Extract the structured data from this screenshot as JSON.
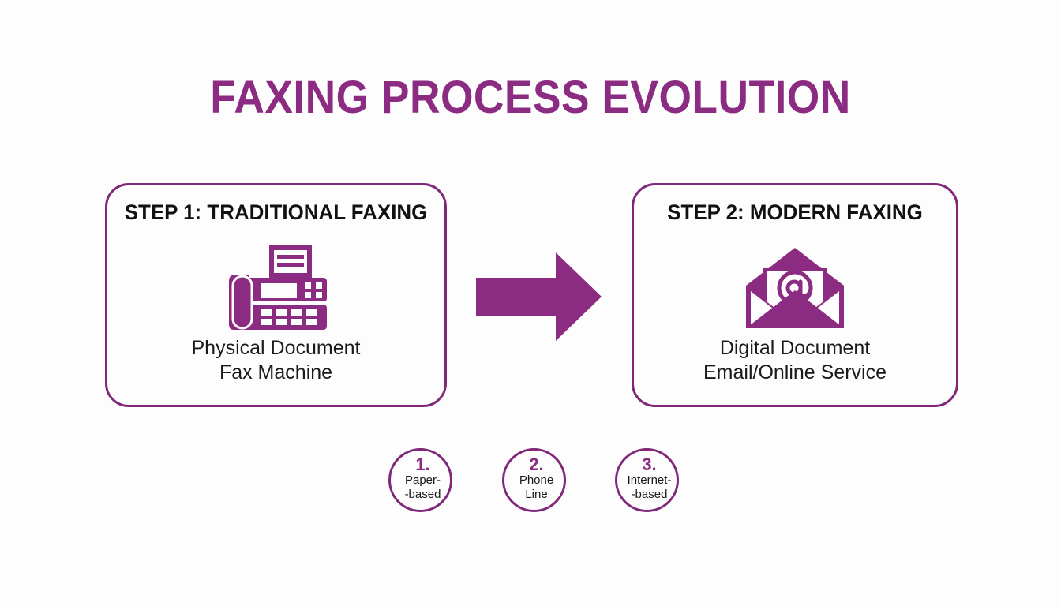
{
  "slide": {
    "title": "FAXING PROCESS EVOLUTION",
    "background_color": "#fdfdfd",
    "accent_color": "#8b2b81",
    "border_color": "#80277a",
    "text_color": "#1a1a1a"
  },
  "steps": [
    {
      "title": "STEP 1: TRADITIONAL FAXING",
      "icon": "fax-machine-icon",
      "caption_line_1": "Physical Document",
      "caption_line_2": "Fax Machine"
    },
    {
      "title": "STEP 2: MODERN FAXING",
      "icon": "email-envelope-at-icon",
      "caption_line_1": "Digital Document",
      "caption_line_2": "Email/Online Service"
    }
  ],
  "transition": {
    "icon": "arrow-right-icon",
    "direction": "right",
    "color": "#8b2b81"
  },
  "tags": [
    {
      "number": "1.",
      "label_line_1": "Paper-",
      "label_line_2": "-based"
    },
    {
      "number": "2.",
      "label_line_1": "Phone",
      "label_line_2": "Line"
    },
    {
      "number": "3.",
      "label_line_1": "Internet-",
      "label_line_2": "-based"
    }
  ]
}
